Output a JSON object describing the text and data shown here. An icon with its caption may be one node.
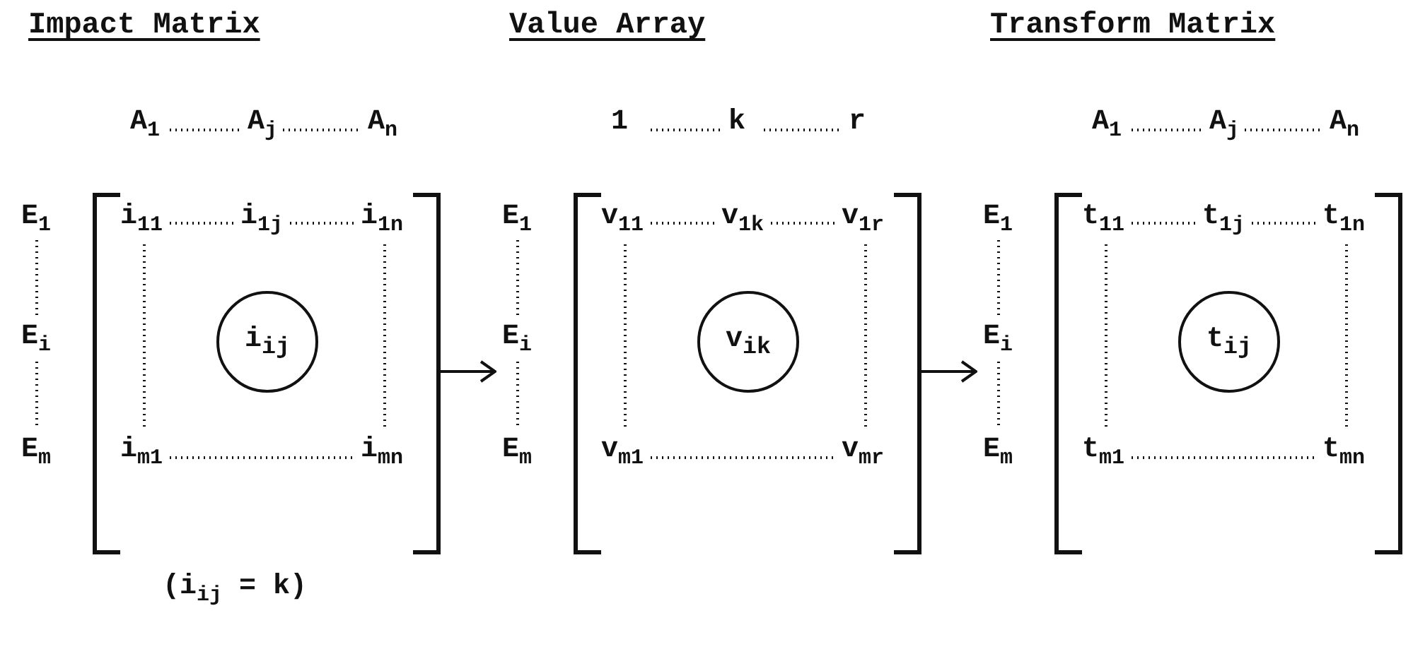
{
  "diagram": {
    "nodes": [
      {
        "text": [
          "Impact Matrix",
          "i$_{11}$",
          "i$_{1j}$",
          "i$_{1n}$",
          "i$_{m1}$",
          "i$_{mn}$"
        ],
        "beside": [
          "A$_{1}$",
          "A$_{j}$",
          "A$_{n}$",
          "E$_{1}$",
          "E$_{i}$",
          "E$_{m}$"
        ]
      },
      {
        "text": [
          "i$_{ij}$"
        ],
        "in": 0
      },
      {
        "text": [
          "Value Array",
          "v$_{11}$",
          "v$_{1k}$",
          "v$_{1r}$",
          "v$_{m1}$",
          "v$_{mr}$"
        ],
        "beside": [
          "1",
          "k",
          "r",
          "E$_{1}$",
          "E$_{i}$",
          "E$_{m}$"
        ]
      },
      {
        "text": [
          "v$_{ik}$"
        ],
        "in": 2
      },
      {
        "text": [
          "Transform Matrix",
          "t$_{11}$",
          "t$_{1j}$",
          "t$_{1n}$",
          "t$_{m1}$",
          "t$_{mn}$"
        ],
        "beside": [
          "A$_{1}$",
          "A$_{j}$",
          "A$_{n}$",
          "E$_{1}$",
          "E$_{i}$",
          "E$_{m}$"
        ]
      },
      {
        "text": [
          "t$_{ij}$"
        ],
        "in": 4
      }
    ],
    "edges": [
      {
        "from": 0,
        "to": 2,
        "arrow": "to"
      },
      {
        "from": 2,
        "to": 4,
        "arrow": "to"
      }
    ],
    "labels": [
      "(i$_{ij}$ = k)"
    ]
  }
}
